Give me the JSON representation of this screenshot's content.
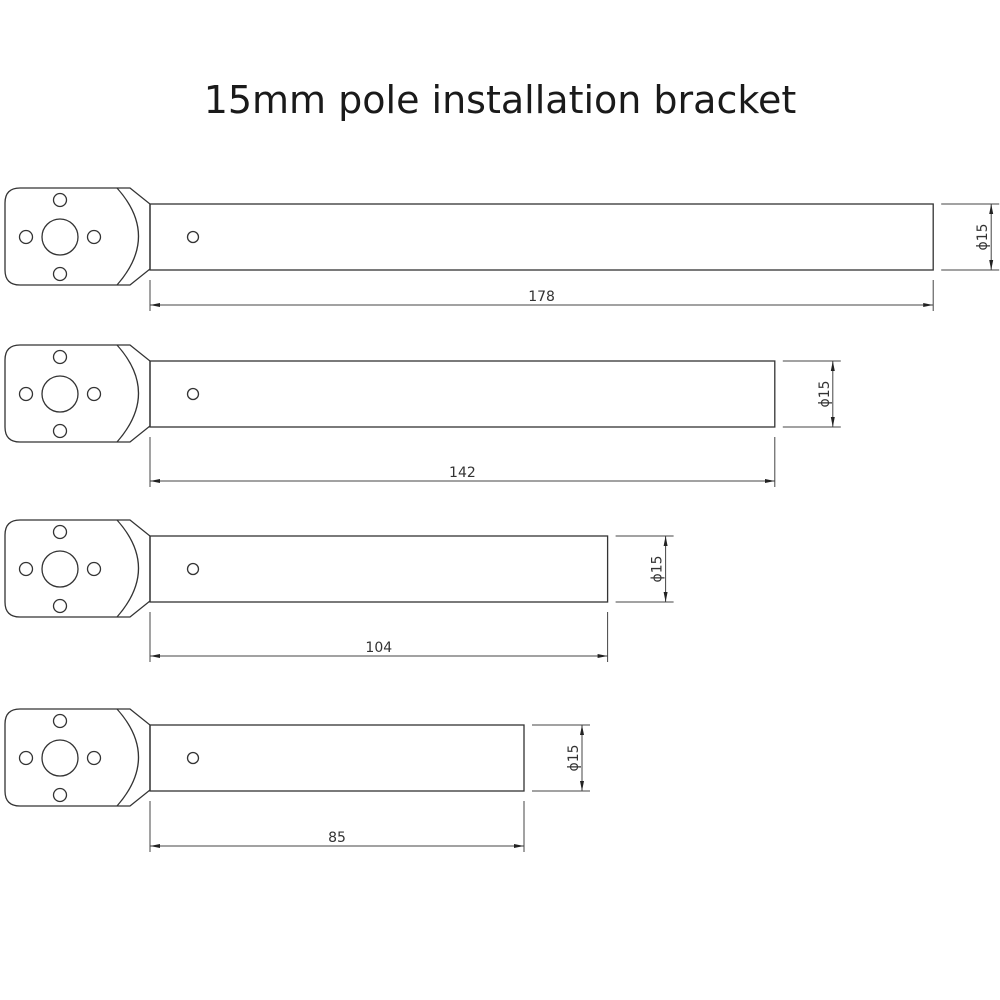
{
  "title": "15mm pole installation bracket",
  "brackets": [
    {
      "length_label": "178",
      "length_mm": 178,
      "diameter_label": "ϕ15"
    },
    {
      "length_label": "142",
      "length_mm": 142,
      "diameter_label": "ϕ15"
    },
    {
      "length_label": "104",
      "length_mm": 104,
      "diameter_label": "ϕ15"
    },
    {
      "length_label": "85",
      "length_mm": 85,
      "diameter_label": "ϕ15"
    }
  ],
  "colors": {
    "line": "#333333",
    "background": "#ffffff"
  }
}
